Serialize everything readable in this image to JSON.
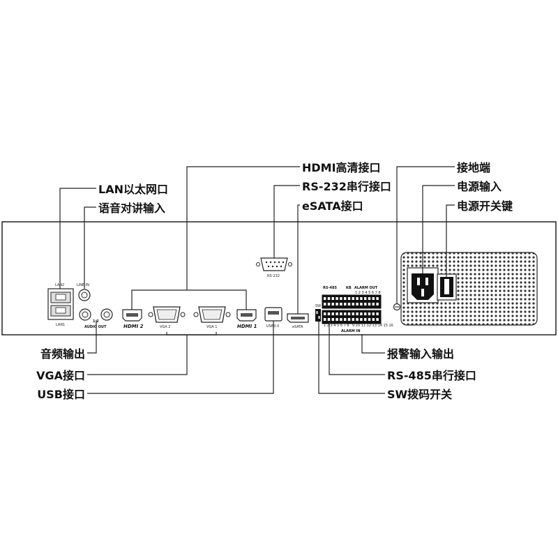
{
  "callouts": {
    "hdmi": "HDMI高清接口",
    "rs232": "RS-232串行接口",
    "esata": "eSATA接口",
    "ground": "接地端",
    "power_in": "电源输入",
    "power_switch": "电源开关键",
    "lan": "LAN以太网口",
    "line_in": "语音对讲输入",
    "audio_out": "音频输出",
    "vga": "VGA接口",
    "usb": "USB接口",
    "alarm": "报警输入输出",
    "rs485": "RS-485串行接口",
    "sw": "SW拨码开关"
  },
  "panel_labels": {
    "lan2": "LAN2",
    "lan1": "LAN1",
    "line_in": "LINE IN",
    "audio_out": "AUDIO OUT",
    "audio_nums": "1 2",
    "hdmi2": "HDMI 2",
    "hdmi1": "HDMI 1",
    "vga2": "VGA 2",
    "vga1": "VGA 1",
    "rs232": "RS-232",
    "usb": "USB3.0",
    "esata": "eSATA",
    "rs485": "RS-485",
    "kb": "KB",
    "alarm_out": "ALARM OUT",
    "alarm_in": "ALARM IN",
    "sw": "SW",
    "alarm_in_nums_1": "1 2 3 4 5 6 7 8",
    "alarm_in_nums_2": "9 10 11 12 13 14 15 16",
    "alarm_out_nums": "1 2 3 4 5 6 7 8"
  }
}
